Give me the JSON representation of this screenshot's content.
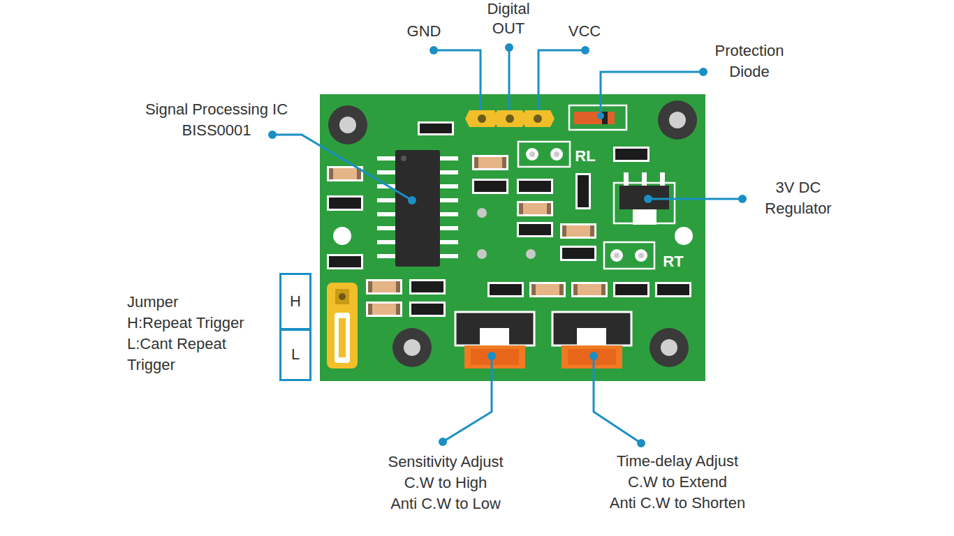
{
  "diagram": {
    "nodes": [
      {
        "text": [
          "H"
        ]
      },
      {
        "text": [
          "L"
        ]
      }
    ],
    "labels": [
      "GND",
      "Digital",
      "OUT",
      "VCC",
      "Protection",
      "Diode",
      "Signal Processing IC",
      "BISS0001",
      "3V DC",
      "Regulator",
      "Jumper",
      "H:Repeat Trigger",
      "L:Cant Repeat Trigger",
      "Sensitivity Adjust",
      "C.W to High",
      "Anti C.W to Low",
      "Time-delay Adjust",
      "C.W to Extend",
      "Anti C.W to Shorten",
      "RL",
      "RT"
    ]
  }
}
